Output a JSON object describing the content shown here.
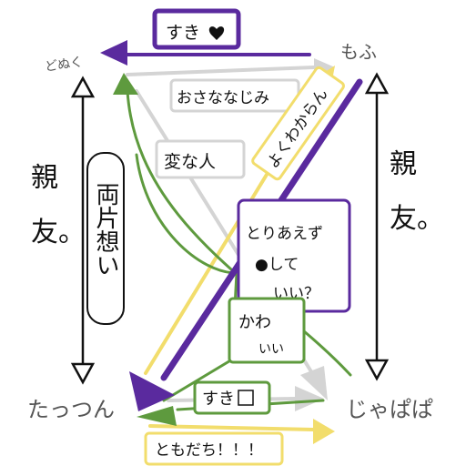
{
  "nodes": {
    "top_left": "どぬく",
    "top_right": "もふ",
    "bottom_left": "たっつん",
    "bottom_right": "じゃぱぱ"
  },
  "labels": {
    "suki_top": "すき",
    "osananajimi": "おさななじみ",
    "henjin": "変な人",
    "yokuwakaran": "よくわからん",
    "toriaezu_1": "とりあえず",
    "toriaezu_2": "●して",
    "toriaezu_3": "いい？",
    "kawaii_1": "かわ",
    "kawaii_2": "いい",
    "suki_bottom": "すき",
    "tomodachi": "ともだち！！！",
    "shinyu_left_1": "親",
    "shinyu_left_2": "友。",
    "shinyu_right_1": "親",
    "shinyu_right_2": "友。",
    "kataomoi": "両片想い"
  },
  "colors": {
    "purple": "#5a2a9e",
    "green": "#5e9a3e",
    "yellow": "#f2dd6c",
    "gray": "#d4d4d4",
    "ink": "#111111"
  }
}
